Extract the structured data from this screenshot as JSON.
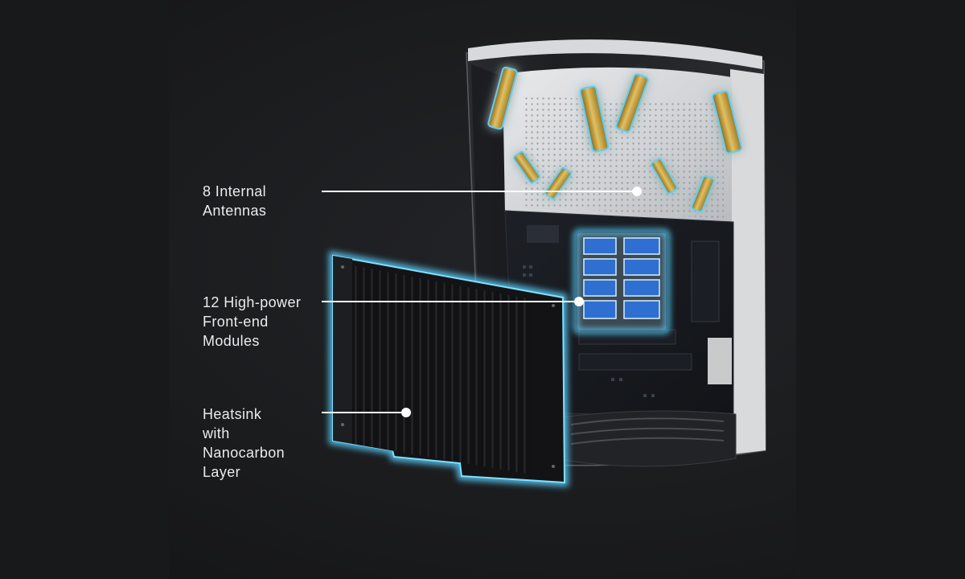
{
  "callouts": [
    {
      "lines": [
        "8 Internal",
        "Antennas"
      ]
    },
    {
      "lines": [
        "12 High-power",
        "Front-end",
        "Modules"
      ]
    },
    {
      "lines": [
        "Heatsink",
        "with",
        "Nanocarbon",
        "Layer"
      ]
    }
  ],
  "colors": {
    "background": "#1b1c1e",
    "glow": "#5ad0ff",
    "antenna_gold": "#c9a23b",
    "heatsink": "#141416",
    "callout_text": "#e9ebee"
  }
}
